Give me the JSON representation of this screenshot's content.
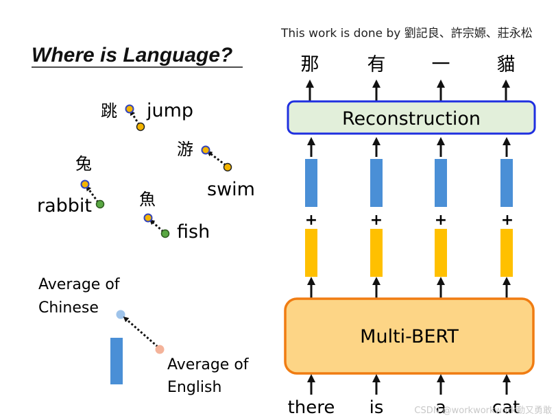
{
  "credit": "This work is done by 劉記良、許宗嫄、莊永松",
  "left_title": "Where is Language?",
  "word_pairs": [
    {
      "zh": "跳",
      "en": "jump"
    },
    {
      "zh": "游",
      "en": "swim"
    },
    {
      "zh": "兔",
      "en": "rabbit"
    },
    {
      "zh": "魚",
      "en": "fish"
    }
  ],
  "average_chinese": [
    "Average of",
    "Chinese"
  ],
  "average_english": [
    "Average of",
    "English"
  ],
  "output_tokens": [
    "那",
    "有",
    "一",
    "貓"
  ],
  "reconstruction_label": "Reconstruction",
  "plus_sign": "+",
  "multibert_label": "Multi-BERT",
  "input_tokens": [
    "there",
    "is",
    "a",
    "cat"
  ],
  "watermark": "CSDN @workworkwork勤又勇敢",
  "colors": {
    "chinese_dot_fill": "#f3b400",
    "chinese_dot_stroke": "#3344bb",
    "english_dot_green": "#5aa843",
    "avg_chinese_dot": "#9ec3ea",
    "avg_english_dot": "#f4b39a",
    "blue_bar": "#4a8fd6",
    "yellow_bar": "#ffc000",
    "reconstruction_fill": "#e2efda",
    "reconstruction_border": "#1f2fe0",
    "multibert_fill": "#fdd586",
    "multibert_border": "#f07c12"
  }
}
